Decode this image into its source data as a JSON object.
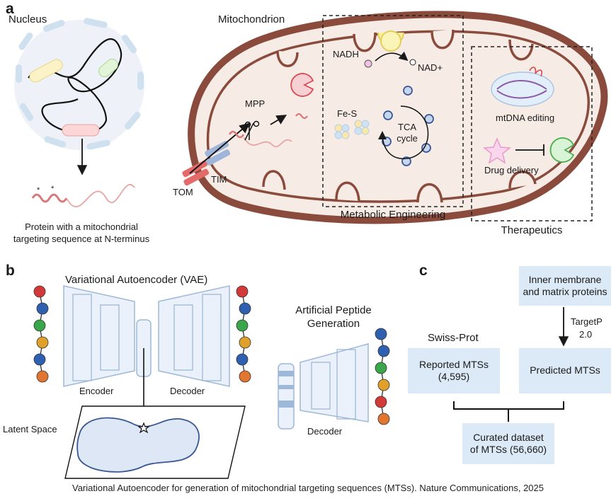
{
  "panel_a": {
    "letter": "a",
    "nucleus": "Nucleus",
    "mitochondrion": "Mitochondrion",
    "protein_caption_line1": "Protein with a mitochondrial",
    "protein_caption_line2": "targeting sequence at N-terminus",
    "nadh": "NADH",
    "nad_plus": "NAD+",
    "mpp": "MPP",
    "fes": "Fe-S",
    "tca_line1": "TCA",
    "tca_line2": "cycle",
    "tom": "TOM",
    "tim": "TIM",
    "mtdna_editing": "mtDNA editing",
    "drug_delivery": "Drug delivery",
    "metabolic_engineering": "Metabolic Engineering",
    "therapeutics": "Therapeutics"
  },
  "panel_b": {
    "letter": "b",
    "vae_title": "Variational Autoencoder (VAE)",
    "encoder": "Encoder",
    "decoder": "Decoder",
    "latent_space": "Latent Space",
    "artificial_line1": "Artificial Peptide",
    "artificial_line2": "Generation",
    "decoder2": "Decoder"
  },
  "panel_c": {
    "letter": "c",
    "swiss_prot": "Swiss-Prot",
    "inner_line1": "Inner membrane",
    "inner_line2": "and matrix proteins",
    "targetp_line1": "TargetP",
    "targetp_line2": "2.0",
    "reported_line1": "Reported MTSs",
    "reported_line2": "(4,595)",
    "predicted": "Predicted MTSs",
    "curated_line1": "Curated dataset",
    "curated_line2": "of MTSs (56,660)"
  },
  "caption": "Variational Autoencoder for generation of mitochondrial targeting sequences (MTSs). Nature Communications, 2025",
  "colors": {
    "membrane": "#8a4b3c",
    "matrix": "#f7ece5",
    "box_fill": "#dce9f7",
    "nn_stroke": "#9db8d8",
    "nn_fill": "#eaf1fa",
    "latent_fill": "#dde7f5",
    "latent_stroke": "#3a5795",
    "bead_red": "#d23a3a",
    "bead_blue": "#2f5fb0",
    "bead_green": "#3aa64a",
    "bead_orange": "#e0a02a",
    "bead_darkorange": "#e2762e"
  }
}
